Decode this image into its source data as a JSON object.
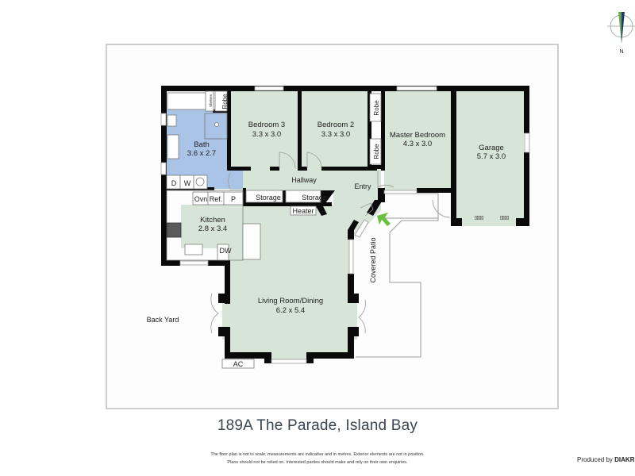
{
  "title": "189A The Parade, Island Bay",
  "disclaimer": {
    "line1": "The floor plan is not to scale; measurements are indicative and in metres. Exterior elements are not in position.",
    "line2": "Plans should not be relied on. Interested parties should make and rely on their own enquiries."
  },
  "credit": {
    "prefix": "Produced by ",
    "brand": "DIAKR"
  },
  "compass": {
    "label": "N",
    "icon": "north-arrow-icon"
  },
  "colors": {
    "room_fill": "#d7e4d8",
    "bath_fill": "#a9c4e6",
    "wall": "#0a0a0a",
    "entry_arrow": "#6abf3e",
    "compass_green": "#6aa84f",
    "compass_navy": "#1e3a6e",
    "boundary": "#bdbdbd"
  },
  "rooms": [
    {
      "name": "Bedroom 3",
      "size": "3.3 x 3.0"
    },
    {
      "name": "Bedroom 2",
      "size": "3.3 x 3.0"
    },
    {
      "name": "Master Bedroom",
      "size": "4.3 x 3.0"
    },
    {
      "name": "Garage",
      "size": "5.7 x 3.0"
    },
    {
      "name": "Bath",
      "size": "3.6 x 2.7"
    },
    {
      "name": "Kitchen",
      "size": "2.8 x 3.4"
    },
    {
      "name": "Living Room/Dining",
      "size": "6.2 x 5.4"
    }
  ],
  "spaces": {
    "hallway": "Hallway",
    "entry": "Entry",
    "storage1": "Storage",
    "storage2": "Storage",
    "heater": "Heater",
    "robe1": "Robe",
    "robe2": "Robe",
    "robe3": "Robe",
    "shelves": "Shelves",
    "dryer": "D",
    "washer": "W",
    "oven": "Ovn",
    "fridge": "Ref.",
    "pantry": "P",
    "dishwasher": "DW",
    "ac": "AC",
    "back_yard": "Back Yard",
    "covered_patio": "Covered Patio"
  }
}
